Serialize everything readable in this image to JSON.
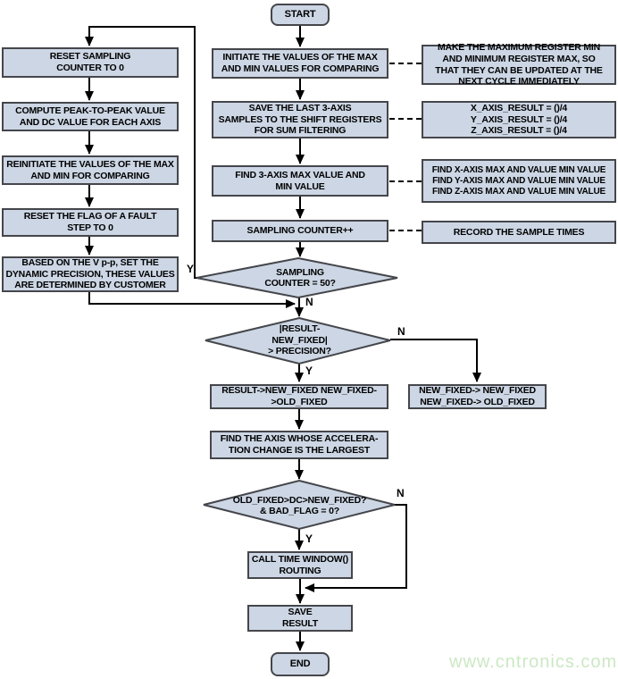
{
  "colors": {
    "node_fill": "#ccd6e4",
    "node_border": "#45464b",
    "line": "#000000",
    "watermark": "#cce8c4"
  },
  "nodes": {
    "start": "START",
    "init_max_min": "INITIATE THE VALUES OF THE MAX\nAND MIN VALUES FOR COMPARING",
    "save_last_samples": "SAVE THE LAST 3-AXIS\nSAMPLES TO THE SHIFT REGISTERS\nFOR SUM FILTERING",
    "find_3axis_max_min": "FIND 3-AXIS MAX VALUE AND\nMIN VALUE",
    "sampling_counter_inc": "SAMPLING COUNTER++",
    "result_to_new_fixed": "RESULT->NEW_FIXED NEW_FIXED-\n>OLD_FIXED",
    "find_axis_largest": "FIND THE AXIS WHOSE ACCELERA-\nTION CHANGE IS THE LARGEST",
    "call_time_window": "CALL TIME WINDOW()\nROUTING",
    "save_result": "SAVE\nRESULT",
    "end": "END",
    "reset_sampling_counter": "RESET SAMPLING\nCOUNTER TO 0",
    "compute_peak_to_peak": "COMPUTE PEAK-TO-PEAK VALUE\nAND DC VALUE FOR EACH AXIS",
    "reinitiate_max_min": "REINITIATE THE VALUES OF THE MAX\nAND MIN FOR COMPARING",
    "reset_fault_flag": "RESET THE FLAG OF A FAULT\nSTEP TO 0",
    "based_on_vpp": "BASED ON THE V p-p, SET THE\nDYNAMIC PRECISION, THESE VALUES\nARE DETERMINED BY CUSTOMER",
    "note_make_max_min": "MAKE THE MAXIMUM REGISTER MIN\nAND MINIMUM REGISTER MAX, SO\nTHAT THEY CAN BE UPDATED AT THE\nNEXT CYCLE IMMEDIATELY",
    "note_axis_result": "X_AXIS_RESULT = ()/4\nY_AXIS_RESULT = ()/4\nZ_AXIS_RESULT = ()/4",
    "note_find_xyz": "FIND X-AXIS MAX AND VALUE MIN VALUE\nFIND Y-AXIS MAX AND VALUE MIN VALUE\nFIND Z-AXIS MAX AND VALUE MIN VALUE",
    "note_record_times": "RECORD THE SAMPLE TIMES",
    "new_fixed_swap": "NEW_FIXED-> NEW_FIXED\nNEW_FIXED-> OLD_FIXED"
  },
  "decisions": {
    "sampling_50": "SAMPLING\nCOUNTER = 50?",
    "result_precision": "|RESULT-\nNEW_FIXED|\n> PRECISION?",
    "old_dc_new": "OLD_FIXED>DC>NEW_FIXED?\n& BAD_FLAG = 0?"
  },
  "branch_labels": {
    "sampling_50_yes": "Y",
    "sampling_50_no": "N",
    "result_precision_no": "N",
    "result_precision_yes": "Y",
    "old_dc_new_no": "N",
    "old_dc_new_yes": "Y"
  },
  "watermark": {
    "text": "www.cntronics.com"
  }
}
